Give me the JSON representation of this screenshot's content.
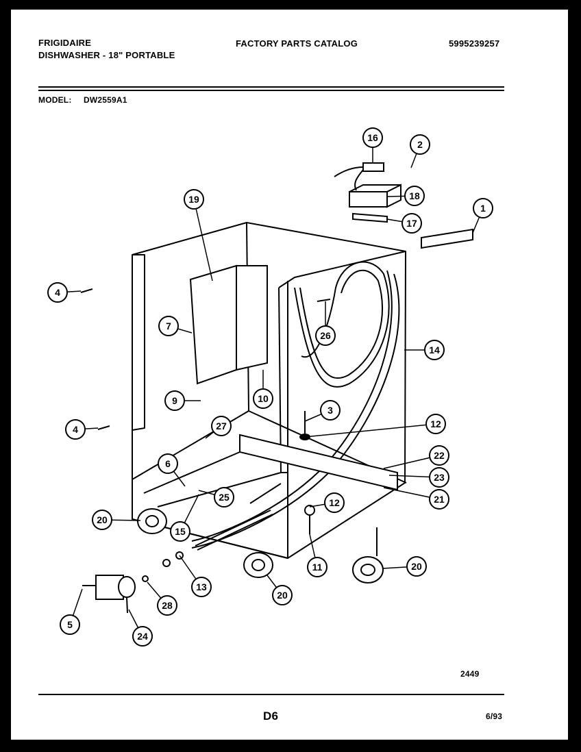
{
  "header": {
    "brand": "FRIGIDAIRE",
    "product": "DISHWASHER - 18\" PORTABLE",
    "catalog_title": "FACTORY PARTS CATALOG",
    "catalog_number": "5995239257",
    "model_label": "MODEL:",
    "model_value": "DW2559A1"
  },
  "diagram": {
    "callouts": [
      "1",
      "2",
      "3",
      "4",
      "4",
      "5",
      "6",
      "7",
      "9",
      "10",
      "11",
      "12",
      "12",
      "13",
      "14",
      "15",
      "16",
      "17",
      "18",
      "19",
      "20",
      "20",
      "20",
      "21",
      "22",
      "23",
      "24",
      "25",
      "26",
      "27",
      "28"
    ]
  },
  "footer": {
    "drawing_number": "2449",
    "page_code": "D6",
    "date": "6/93"
  }
}
